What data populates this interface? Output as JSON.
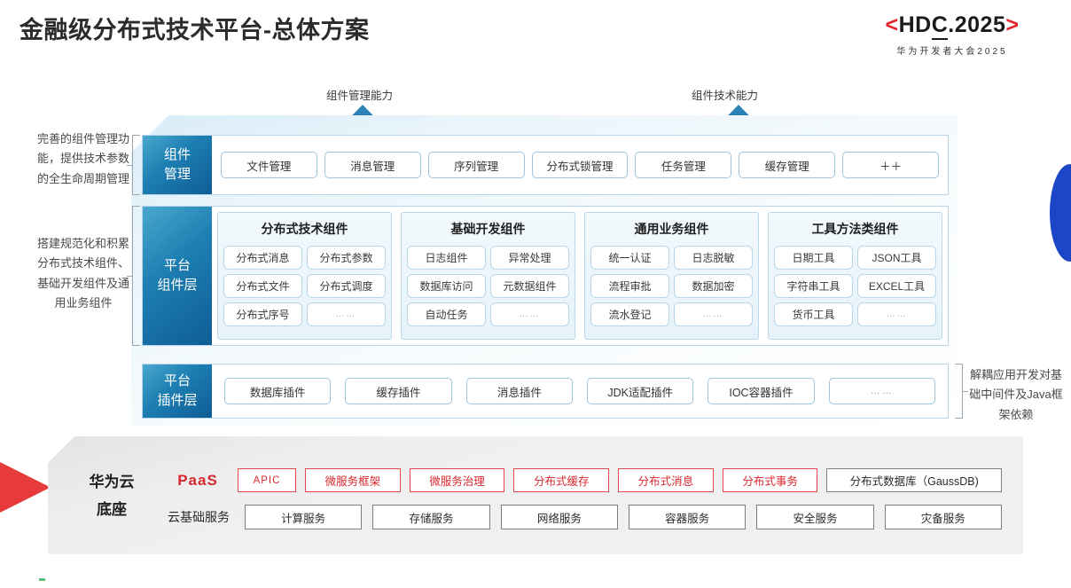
{
  "header": {
    "title": "金融级分布式技术平台-总体方案",
    "logo": {
      "bracket_left": "<",
      "main": "HDC.2025",
      "main_prefix": "HD",
      "main_underlined": "C",
      "main_suffix": ".2025",
      "bracket_right": ">",
      "subtitle": "华为开发者大会2025",
      "bracket_color": "#e0262b"
    }
  },
  "arrows": [
    {
      "label": "组件管理能力"
    },
    {
      "label": "组件技术能力"
    }
  ],
  "side_notes": {
    "left": [
      "完善的组件管理功能，提供技术参数的全生命周期管理",
      "搭建规范化和积累分布式技术组件、基础开发组件及通用业务组件"
    ],
    "right": [
      "解耦应用开发对基础中间件及Java框架依赖"
    ]
  },
  "layers": [
    {
      "tag": [
        "组件",
        "管理"
      ],
      "chips": [
        "文件管理",
        "消息管理",
        "序列管理",
        "分布式锁管理",
        "任务管理",
        "缓存管理",
        "＋＋"
      ]
    },
    {
      "tag": [
        "平台",
        "组件层"
      ],
      "groups": [
        {
          "title": "分布式技术组件",
          "items": [
            "分布式消息",
            "分布式参数",
            "分布式文件",
            "分布式调度",
            "分布式序号",
            "……"
          ]
        },
        {
          "title": "基础开发组件",
          "items": [
            "日志组件",
            "异常处理",
            "数据库访问",
            "元数据组件",
            "自动任务",
            "……"
          ]
        },
        {
          "title": "通用业务组件",
          "items": [
            "统一认证",
            "日志脱敏",
            "流程审批",
            "数据加密",
            "流水登记",
            "……"
          ]
        },
        {
          "title": "工具方法类组件",
          "items": [
            "日期工具",
            "JSON工具",
            "字符串工具",
            "EXCEL工具",
            "货币工具",
            "……"
          ]
        }
      ]
    },
    {
      "tag": [
        "平台",
        "插件层"
      ],
      "chips": [
        "数据库插件",
        "缓存插件",
        "消息插件",
        "JDK适配插件",
        "IOC容器插件",
        "……"
      ]
    }
  ],
  "cloud": {
    "title": [
      "华为云",
      "底座"
    ],
    "paas_label": "PaaS",
    "cloudbase_label": "云基础服务",
    "paas_services": [
      {
        "label": "APIC",
        "style": "red"
      },
      {
        "label": "微服务框架",
        "style": "red"
      },
      {
        "label": "微服务治理",
        "style": "red"
      },
      {
        "label": "分布式缓存",
        "style": "red"
      },
      {
        "label": "分布式消息",
        "style": "red"
      },
      {
        "label": "分布式事务",
        "style": "red"
      },
      {
        "label": "分布式数据库（GaussDB)",
        "style": "neutral"
      }
    ],
    "base_services": [
      "计算服务",
      "存储服务",
      "网络服务",
      "容器服务",
      "安全服务",
      "灾备服务"
    ]
  },
  "colors": {
    "brand_red": "#d9282f",
    "layer_blue_dark": "#0f5d95",
    "layer_blue_light": "#4aa8cf",
    "panel_blue": "#d9ecf7",
    "accent_blue_circle": "#1c45c8"
  }
}
